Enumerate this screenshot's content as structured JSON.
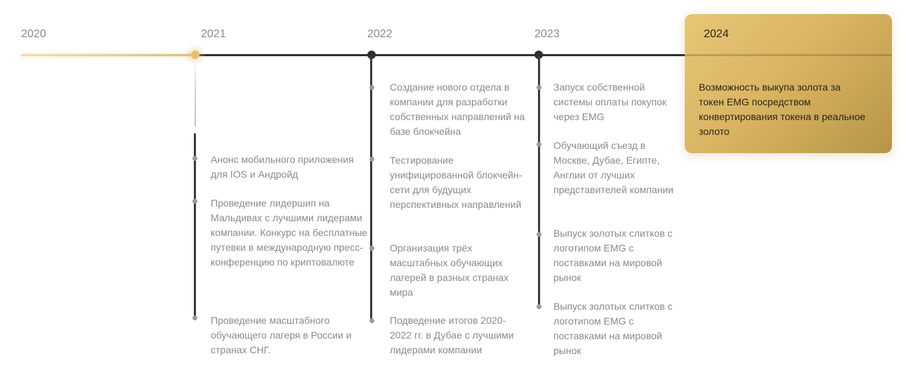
{
  "timeline": {
    "years": [
      "2020",
      "2021",
      "2022",
      "2023",
      "2024"
    ],
    "col_2021": [
      "Анонс мобильного приложения для IOS и Андройд",
      "Проведение лидершип на Мальдивах с лучшими лидерами компании. Конкурс на бесплатные путевки в международную пресс-конференцию по криптовалюте",
      "Проведение масштабного обучающего лагеря в России и странах СНГ."
    ],
    "col_2022": [
      "Создание нового отдела в компании для разработки собственных направлений на базе блокчейна",
      "Тестирование унифицированной блокчейн-сети для будущих перспективных направлений",
      "Организация трёх масштабных обучающих лагерей в разных странах мира",
      "Подведение итогов 2020-2022 гг. в Дубае с лучшими лидерами компании"
    ],
    "col_2023": [
      "Запуск собственной системы оплаты покупок через EMG",
      "Обучающий съезд в Москве, Дубае, Египте, Англии от лучших представителей компании",
      "Выпуск золотых слитков с логотипом EMG с поставками на мировой рынок",
      "Выпуск золотых слитков с логотипом EMG с поставками на мировой рынок"
    ],
    "col_2024": [
      "Возможность выкупа золота за токен EMG посредством конвертирования токена в реальное золото"
    ]
  },
  "colors": {
    "gold": "#e0bd6e",
    "line": "#2f2f2f",
    "muted_text": "#8a8a8a",
    "card_text": "#2b2419"
  }
}
